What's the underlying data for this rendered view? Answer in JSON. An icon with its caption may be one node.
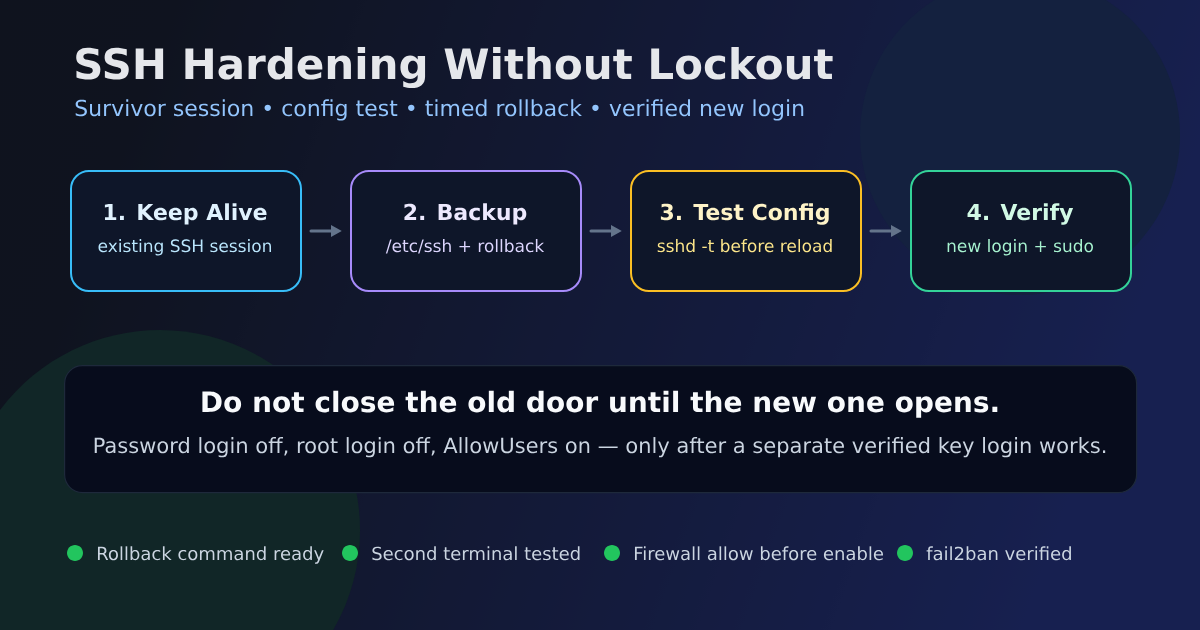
{
  "diagram": {
    "title": "SSH Hardening Without Lockout",
    "nodes": [
      {
        "text": [
          "1. Keep Alive",
          "existing SSH session"
        ]
      },
      {
        "text": [
          "2. Backup",
          "/etc/ssh + rollback"
        ]
      },
      {
        "text": [
          "3. Test Config",
          "sshd -t before reload"
        ]
      },
      {
        "text": [
          "4. Verify",
          "new login + sudo"
        ]
      },
      {
        "text": [
          "Do not close the old door until the new one opens.",
          "Password login off, root login off, AllowUsers on — only after a separate verified key login works."
        ]
      }
    ],
    "edges": [
      {
        "from": 0,
        "to": 1,
        "arrow": "to"
      },
      {
        "from": 1,
        "to": 2,
        "arrow": "to"
      },
      {
        "from": 2,
        "to": 3,
        "arrow": "to"
      }
    ],
    "labels": [
      "Survivor session • config test • timed rollback • verified new login",
      "Rollback command ready",
      "Second terminal tested",
      "Firewall allow before enable",
      "fail2ban verified"
    ]
  }
}
